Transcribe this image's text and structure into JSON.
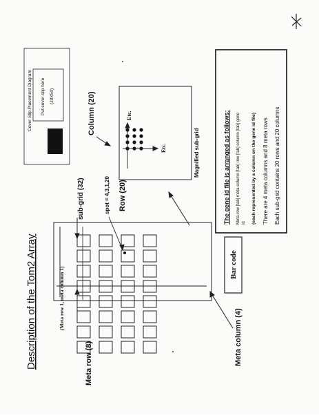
{
  "title": "Description of the Tom2 Array",
  "meta_row_note": "(Meta row 1, meta column 1)",
  "labels": {
    "meta_row": "Meta row (8)",
    "meta_column": "Meta column (4)",
    "sub_grid": "sub-grid (32)",
    "spot": "spot = 4,3,1,20",
    "row": "Row (20)",
    "column": "Column (20)",
    "bar_code": "Bar code",
    "magnified": "Magnified sub-grid",
    "etc_right": "Etc.",
    "etc_down": "Etc."
  },
  "cover_slip": {
    "title": "Cover Slip Placement Diagram",
    "line1": "Put cover-slip here",
    "line2": "(20X50)"
  },
  "info_box": {
    "heading": "The gene id file is arranged as follows:",
    "format": "Meta-row  [tab]  meta-column  [tab]  row  [tab]  column  [tab]  gene",
    "format2": "id",
    "note": "(each represented by a column on the gene id file)",
    "line1": "There are 4 meta columns and 8 meta rows",
    "line2": "Each sub-grid contains 20 rows and 20 columns"
  },
  "grid": {
    "meta_rows": 8,
    "meta_columns": 4
  },
  "colors": {
    "ink": "#111111",
    "paper": "#fbfbfa"
  }
}
